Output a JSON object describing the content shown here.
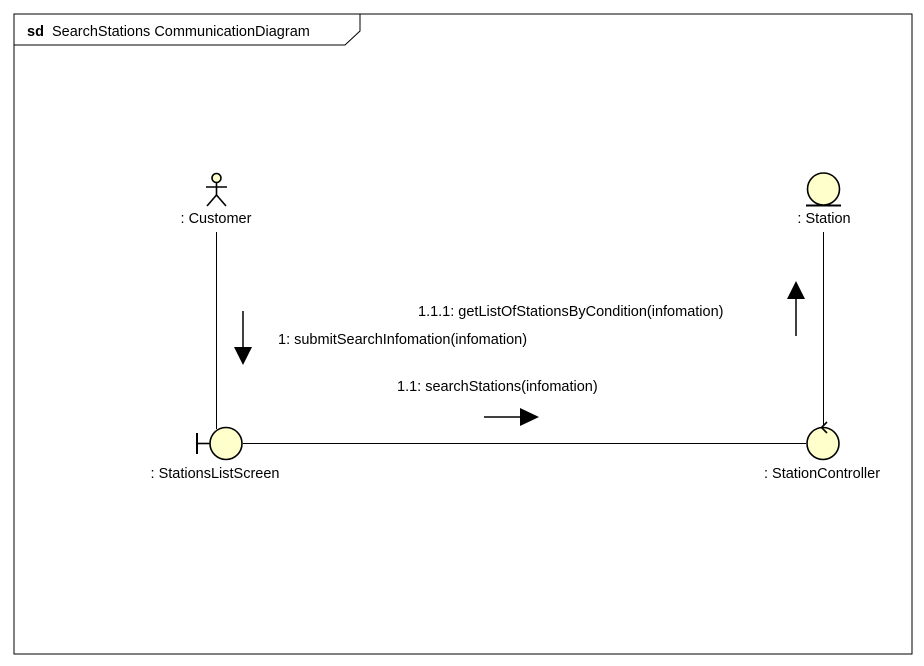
{
  "frame": {
    "keyword": "sd",
    "title": "SearchStations CommunicationDiagram"
  },
  "lifelines": {
    "customer": {
      "label": ": Customer",
      "kind": "actor"
    },
    "station": {
      "label": ": Station",
      "kind": "entity"
    },
    "screen": {
      "label": ": StationsListScreen",
      "kind": "boundary"
    },
    "controller": {
      "label": ": StationController",
      "kind": "control"
    }
  },
  "messages": {
    "m1": {
      "label": "1: submitSearchInfomation(infomation)",
      "direction": "down"
    },
    "m11": {
      "label": "1.1: searchStations(infomation)",
      "direction": "right"
    },
    "m111": {
      "label": "1.1.1: getListOfStationsByCondition(infomation)",
      "direction": "up"
    }
  },
  "colors": {
    "fill": "#FFFFCC",
    "stroke": "#000000",
    "background": "#FFFFFF"
  }
}
